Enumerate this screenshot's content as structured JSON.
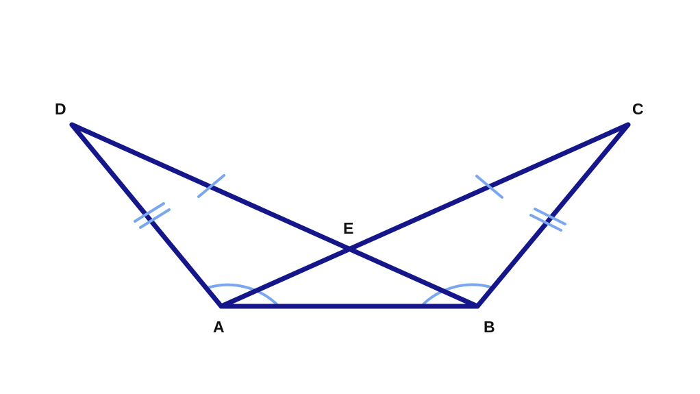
{
  "colors": {
    "edge": "#14168a",
    "mark": "#7aa7ee",
    "label": "#111111",
    "background": "#ffffff"
  },
  "points": {
    "A": "A",
    "B": "B",
    "C": "C",
    "D": "D",
    "E": "E"
  },
  "segments": [
    {
      "name": "AB",
      "from": "A",
      "to": "B"
    },
    {
      "name": "AD",
      "from": "A",
      "to": "D"
    },
    {
      "name": "BC",
      "from": "B",
      "to": "C"
    },
    {
      "name": "AC",
      "from": "A",
      "to": "C"
    },
    {
      "name": "BD",
      "from": "B",
      "to": "D"
    }
  ],
  "congruence_marks": [
    {
      "segment": "AD",
      "ticks": 2
    },
    {
      "segment": "BC",
      "ticks": 2
    },
    {
      "segment": "DE",
      "ticks": 1
    },
    {
      "segment": "CE",
      "ticks": 1
    }
  ],
  "angle_marks": [
    {
      "vertex": "A",
      "between": [
        "D",
        "B"
      ]
    },
    {
      "vertex": "B",
      "between": [
        "A",
        "C"
      ]
    }
  ]
}
